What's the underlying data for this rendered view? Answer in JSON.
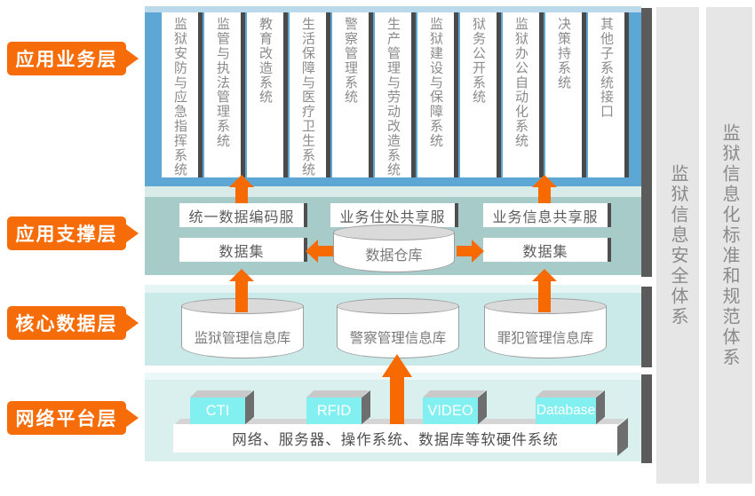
{
  "layers": {
    "business": {
      "label": "应用业务层",
      "systems": [
        "监狱安防与应急指挥系统",
        "监管与执法管理系统",
        "教育改造系统",
        "生活保障与医疗卫生系统",
        "警察管理系统",
        "生产管理与劳动改造系统",
        "监狱建设与保障系统",
        "狱务公开系统",
        "监狱办公自动化系统",
        "决策持系统",
        "其他子系统接口"
      ]
    },
    "support": {
      "label": "应用支撑层",
      "service_boxes": [
        "统一数据编码服",
        "业务住处共享服",
        "业务信息共享服"
      ],
      "dataset_left": "数据集",
      "warehouse": "数据仓库",
      "dataset_right": "数据集"
    },
    "core_data": {
      "label": "核心数据层",
      "databases": [
        "监狱管理信息库",
        "警察管理信息库",
        "罪犯管理信息库"
      ]
    },
    "network": {
      "label": "网络平台层",
      "components": [
        "CTI",
        "RFID",
        "VIDEO",
        "Database"
      ],
      "platform_label": "网络、服务器、操作系统、数据库等软硬件系统"
    }
  },
  "side_bars": {
    "security": "监狱信息安全体系",
    "standards": "监狱信息化标准和规范体系"
  },
  "colors": {
    "accent_orange": "#f66c09",
    "layer_business_blue": "#5da7d5",
    "layer_support_teal": "#a6cbc8",
    "layer_core_teal": "#c9eae8",
    "layer_network_cyan": "#d9f0ef",
    "component_cyan": "#82eff1"
  }
}
